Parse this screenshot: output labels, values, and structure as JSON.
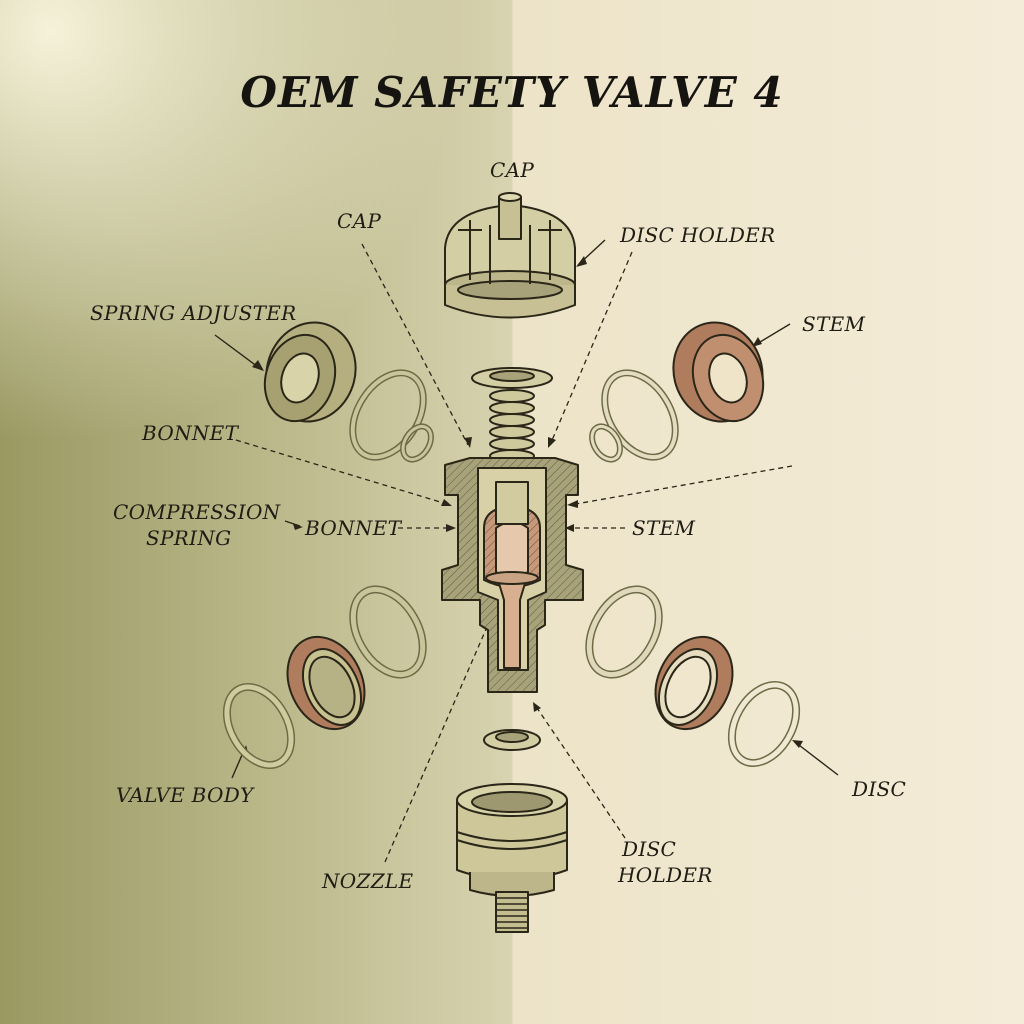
{
  "title": "OEM SAFETY VALVE 4",
  "labels": {
    "cap_top": "CAP",
    "cap_left": "CAP",
    "disc_holder_top": "DISC HOLDER",
    "spring_adjuster": "SPRING ADJUSTER",
    "stem_top": "STEM",
    "bonnet_left": "BONNET",
    "compression_spring_1": "COMPRESSION",
    "compression_spring_2": "SPRING",
    "bonnet_center": "BONNET",
    "stem_center": "STEM",
    "valve_body": "VALVE BODY",
    "disc": "DISC",
    "nozzle": "NOZZLE",
    "disc_holder_bottom_1": "DISC",
    "disc_holder_bottom_2": "HOLDER"
  },
  "colors": {
    "olive": "#c9c49a",
    "olive_dark": "#7a7550",
    "copper": "#b8876a",
    "ink": "#2a2618",
    "paper": "#f1e9d2"
  }
}
